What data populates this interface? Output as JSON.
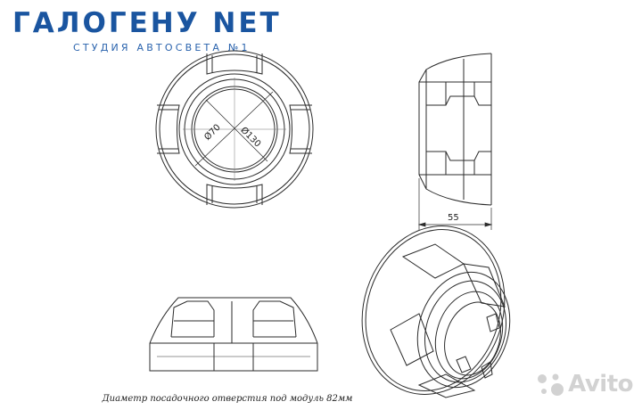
{
  "brand": {
    "title": "ГАЛОГЕНУ NET",
    "subtitle": "СТУДИЯ АВТОСВЕТА №1"
  },
  "dimensions": {
    "inner_diameter": "Ø70",
    "outer_diameter": "Ø130",
    "depth": "55"
  },
  "caption": "Диаметр посадочного отверстия под модуль 82мм",
  "watermark": {
    "text": "Avito",
    "icon": "avito-dots-icon"
  },
  "colors": {
    "brand": "#1a55a0",
    "line": "#2b2b2b",
    "watermark": "#d2d2d2"
  }
}
